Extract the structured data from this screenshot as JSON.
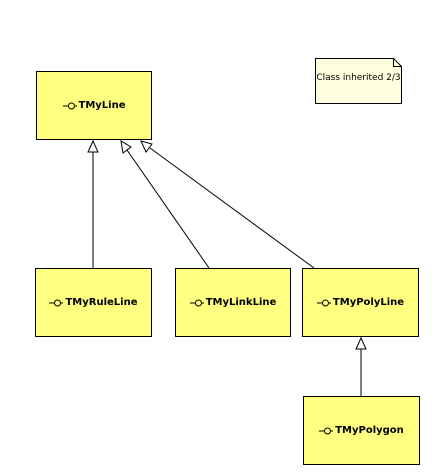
{
  "classes": {
    "tmyline": "TMyLine",
    "tmyruleline": "TMyRuleLine",
    "tmylinkline": "TMyLinkLine",
    "tmypolyline": "TMyPolyLine",
    "tmypolygon": "TMyPolygon"
  },
  "note": {
    "text": "Class inherited  2/3"
  },
  "colors": {
    "class_fill": "#ffff80",
    "note_fill": "#ffffe0",
    "line": "#000000",
    "background": "#ffffff"
  },
  "icons": {
    "class_icon": "class-lollipop-icon"
  },
  "relationships": [
    {
      "type": "generalization",
      "from": "TMyRuleLine",
      "to": "TMyLine"
    },
    {
      "type": "generalization",
      "from": "TMyLinkLine",
      "to": "TMyLine"
    },
    {
      "type": "generalization",
      "from": "TMyPolyLine",
      "to": "TMyLine"
    },
    {
      "type": "generalization",
      "from": "TMyPolygon",
      "to": "TMyPolyLine"
    }
  ]
}
